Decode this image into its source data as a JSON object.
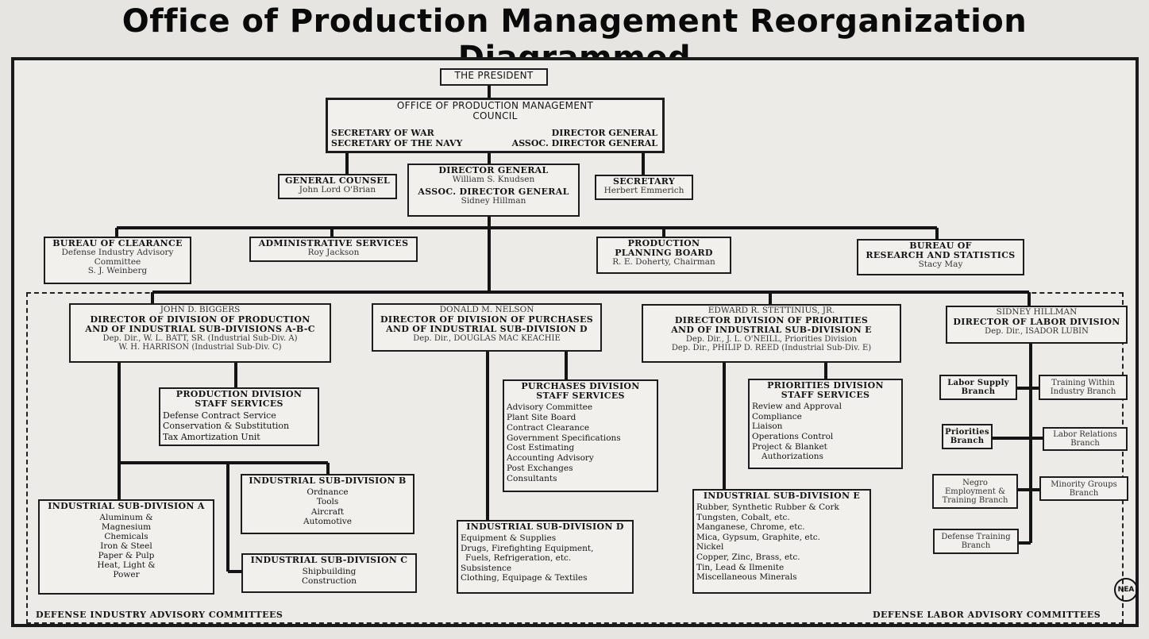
{
  "title": "Office of Production Management Reorganization Diagrammed",
  "president": "THE PRESIDENT",
  "council": {
    "title_1": "OFFICE OF PRODUCTION MANAGEMENT",
    "title_2": "COUNCIL",
    "left_1": "SECRETARY OF WAR",
    "left_2": "SECRETARY OF THE NAVY",
    "right_1": "DIRECTOR GENERAL",
    "right_2": "ASSOC. DIRECTOR GENERAL"
  },
  "general_counsel": {
    "title": "GENERAL COUNSEL",
    "name": "John Lord O'Brian"
  },
  "director_general": {
    "title": "DIRECTOR GENERAL",
    "name": "William S. Knudsen",
    "title_2": "ASSOC. DIRECTOR GENERAL",
    "name_2": "Sidney Hillman"
  },
  "secretary": {
    "title": "SECRETARY",
    "name": "Herbert Emmerich"
  },
  "bureau_clearance": {
    "title": "BUREAU OF CLEARANCE",
    "line_1": "Defense Industry Advisory",
    "line_2": "Committee",
    "name": "S. J. Weinberg"
  },
  "admin_services": {
    "title": "ADMINISTRATIVE SERVICES",
    "name": "Roy Jackson"
  },
  "planning_board": {
    "title_1": "PRODUCTION",
    "title_2": "PLANNING BOARD",
    "name": "R. E. Doherty, Chairman"
  },
  "bureau_research": {
    "title_1": "BUREAU OF",
    "title_2": "RESEARCH AND STATISTICS",
    "name": "Stacy May"
  },
  "production_division": {
    "name": "JOHN D. BIGGERS",
    "title_1": "DIRECTOR OF DIVISION OF PRODUCTION",
    "title_2": "AND OF INDUSTRIAL SUB-DIVISIONS A-B-C",
    "dep_1": "Dep. Dir., W. L. BATT, SR. (Industrial Sub-Div. A)",
    "dep_2": "W. H. HARRISON (Industrial Sub-Div. C)"
  },
  "purchases_division": {
    "name": "DONALD M. NELSON",
    "title_1": "DIRECTOR OF DIVISION OF PURCHASES",
    "title_2": "AND OF INDUSTRIAL SUB-DIVISION D",
    "dep_1": "Dep. Dir., DOUGLAS MAC KEACHIE"
  },
  "priorities_division": {
    "name": "EDWARD R. STETTINIUS, JR.",
    "title_1": "DIRECTOR DIVISION OF PRIORITIES",
    "title_2": "AND OF INDUSTRIAL SUB-DIVISION E",
    "dep_1": "Dep. Dir., J. L. O'NEILL, Priorities Division",
    "dep_2": "Dep. Dir., PHILIP D. REED (Industrial Sub-Div. E)"
  },
  "labor_division": {
    "name": "SIDNEY HILLMAN",
    "title_1": "DIRECTOR OF LABOR DIVISION",
    "dep_1": "Dep. Dir., ISADOR LUBIN"
  },
  "production_staff": {
    "title_1": "PRODUCTION DIVISION",
    "title_2": "STAFF SERVICES",
    "items": [
      "Defense Contract Service",
      "Conservation & Substitution",
      "Tax Amortization Unit"
    ]
  },
  "purchases_staff": {
    "title_1": "PURCHASES DIVISION",
    "title_2": "STAFF SERVICES",
    "items": [
      "Advisory Committee",
      "Plant Site Board",
      "Contract Clearance",
      "Government Specifications",
      "Cost Estimating",
      "Accounting Advisory",
      "Post Exchanges",
      "Consultants"
    ]
  },
  "priorities_staff": {
    "title_1": "PRIORITIES DIVISION",
    "title_2": "STAFF SERVICES",
    "items": [
      "Review and Approval",
      "Compliance",
      "Liaison",
      "Operations Control",
      "Project & Blanket",
      "Authorizations"
    ]
  },
  "subdiv_a": {
    "title": "INDUSTRIAL SUB-DIVISION A",
    "items": [
      "Aluminum &",
      "Magnesium",
      "Chemicals",
      "Iron & Steel",
      "Paper & Pulp",
      "Heat, Light &",
      "Power"
    ]
  },
  "subdiv_b": {
    "title": "INDUSTRIAL SUB-DIVISION B",
    "items": [
      "Ordnance",
      "Tools",
      "Aircraft",
      "Automotive"
    ]
  },
  "subdiv_c": {
    "title": "INDUSTRIAL SUB-DIVISION C",
    "items": [
      "Shipbuilding",
      "Construction"
    ]
  },
  "subdiv_d": {
    "title": "INDUSTRIAL SUB-DIVISION D",
    "items": [
      "Equipment & Supplies",
      "Drugs, Firefighting Equipment,",
      "Fuels, Refrigeration, etc.",
      "Subsistence",
      "Clothing, Equipage & Textiles"
    ]
  },
  "subdiv_e": {
    "title": "INDUSTRIAL SUB-DIVISION E",
    "items": [
      "Rubber, Synthetic Rubber & Cork",
      "Tungsten, Cobalt, etc.",
      "Manganese, Chrome, etc.",
      "Mica, Gypsum, Graphite, etc.",
      "Nickel",
      "Copper, Zinc, Brass, etc.",
      "Tin, Lead & Ilmenite",
      "Miscellaneous Minerals"
    ]
  },
  "labor_branches": {
    "labor_supply": "Labor Supply Branch",
    "training_within": "Training Within Industry Branch",
    "priorities": "Priorities Branch",
    "labor_relations": "Labor Relations Branch",
    "negro_employment": "Negro Employment & Training Branch",
    "minority_groups": "Minority Groups Branch",
    "defense_training": "Defense Training Branch"
  },
  "footer": {
    "left": "DEFENSE INDUSTRY ADVISORY COMMITTEES",
    "right": "DEFENSE LABOR ADVISORY COMMITTEES"
  },
  "logo_text": "NEA"
}
